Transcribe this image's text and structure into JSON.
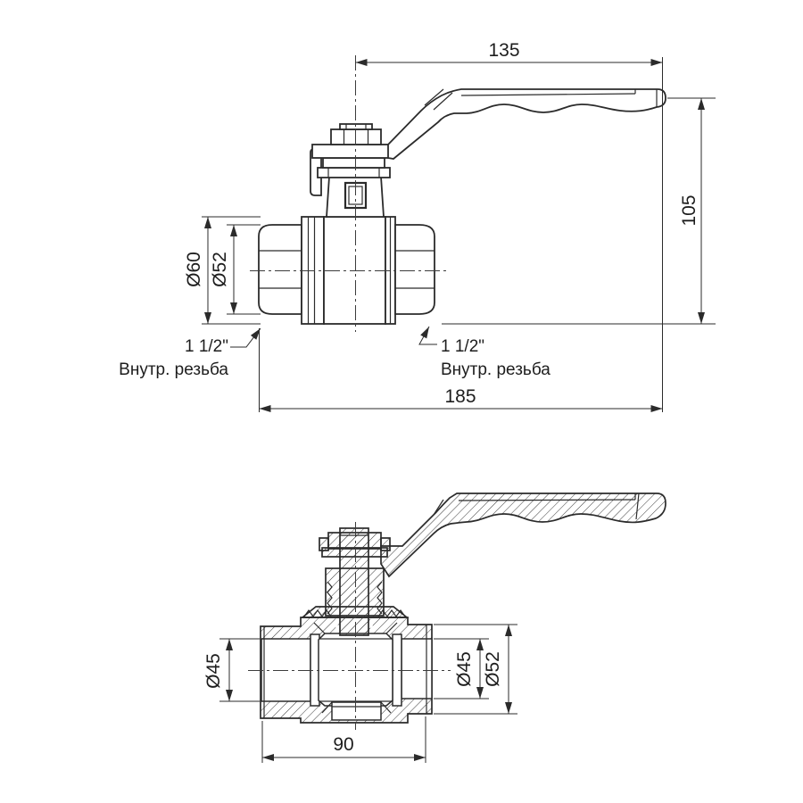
{
  "drawing": {
    "top_view": {
      "dim_handle_length": "135",
      "dim_height": "105",
      "dim_body_od": "Ø60",
      "dim_thread_od": "Ø52",
      "dim_total_length": "185",
      "thread_left_size": "1 1/2\"",
      "thread_left_type": "Внутр. резьба",
      "thread_right_size": "1 1/2\"",
      "thread_right_type": "Внутр. резьба"
    },
    "section_view": {
      "dim_bore_left": "Ø45",
      "dim_bore_right": "Ø45",
      "dim_od_right": "Ø52",
      "dim_body_length": "90"
    },
    "colors": {
      "line": "#2b2b2b",
      "background": "#ffffff"
    }
  }
}
